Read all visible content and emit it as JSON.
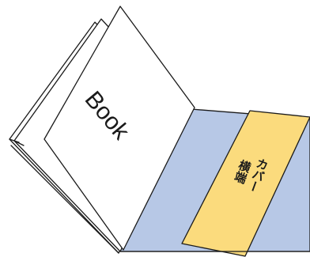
{
  "book": {
    "title": "Book"
  },
  "cover_flap": {
    "label_line1": "カバー",
    "label_line2": "横端"
  },
  "colors": {
    "inner_board": "#b7c8e6",
    "cover_flap": "#fbdb7d",
    "outline": "#1a1a1a"
  }
}
